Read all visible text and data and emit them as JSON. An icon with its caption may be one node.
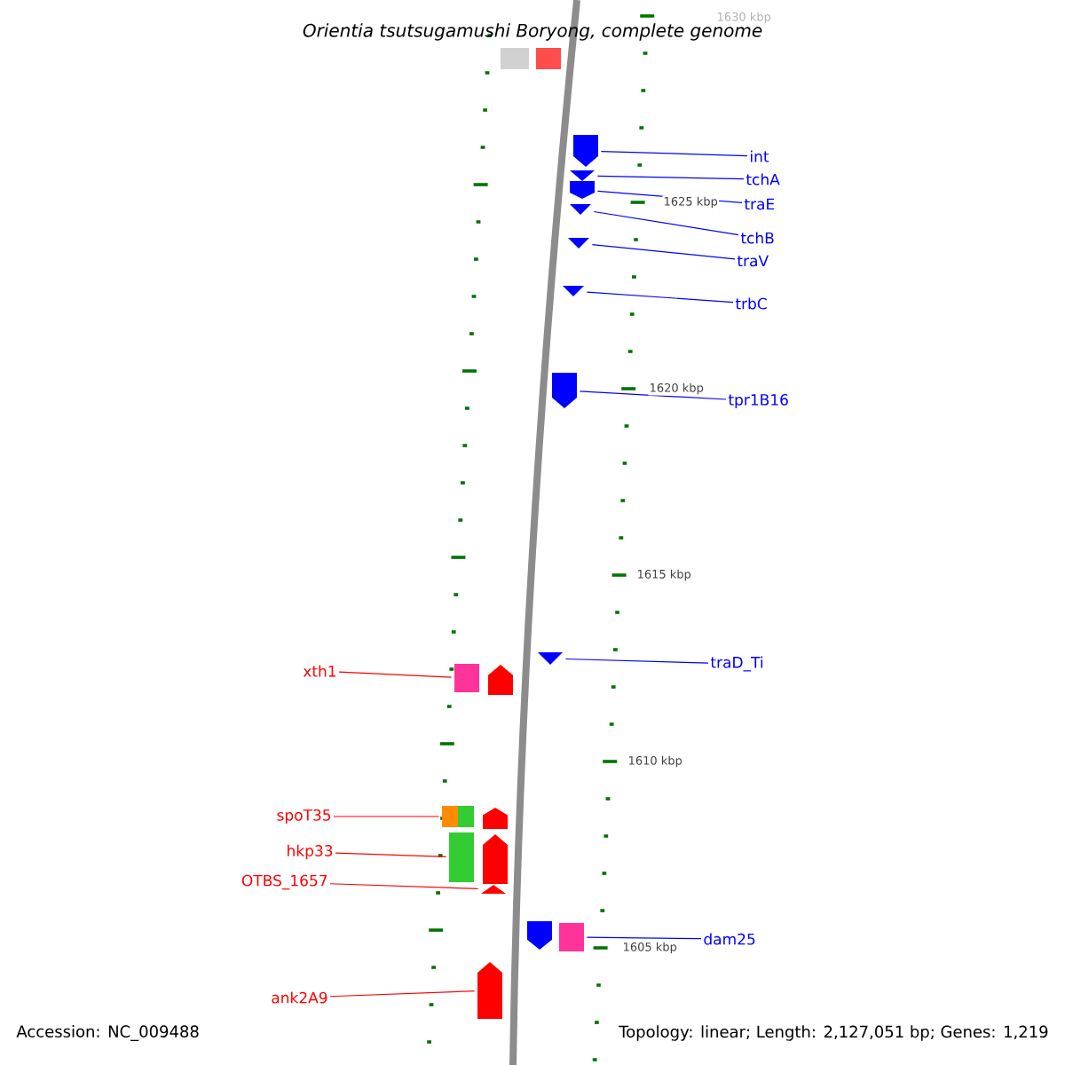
{
  "diagram": {
    "title": "Orientia tsutsugamushi Boryong, complete genome",
    "nodes": [
      {
        "text": [],
        "shape": "box"
      },
      {
        "text": [],
        "shape": "box"
      },
      {
        "text": [],
        "shape": "arrow"
      },
      {
        "text": [],
        "shape": "triangle"
      },
      {
        "text": [],
        "shape": "arrow"
      },
      {
        "text": [],
        "shape": "triangle"
      },
      {
        "text": [],
        "shape": "triangle"
      },
      {
        "text": [],
        "shape": "triangle"
      },
      {
        "text": [],
        "shape": "arrow"
      },
      {
        "text": [],
        "shape": "triangle"
      },
      {
        "text": [],
        "shape": "box"
      },
      {
        "text": [],
        "shape": "arrow"
      },
      {
        "text": [],
        "shape": "box"
      },
      {
        "text": [],
        "shape": "arrow"
      },
      {
        "text": [],
        "shape": "box"
      },
      {
        "text": [],
        "shape": "arrow"
      },
      {
        "text": [],
        "shape": "triangle"
      },
      {
        "text": [],
        "shape": "arrow"
      },
      {
        "text": [],
        "shape": "box"
      },
      {
        "text": [],
        "shape": "arrow"
      },
      {
        "text": [
          "int"
        ]
      },
      {
        "text": [
          "tchA"
        ]
      },
      {
        "text": [
          "traE"
        ]
      },
      {
        "text": [
          "tchB"
        ]
      },
      {
        "text": [
          "traV"
        ]
      },
      {
        "text": [
          "trbC"
        ]
      },
      {
        "text": [
          "tpr1B16"
        ]
      },
      {
        "text": [
          "traD_Ti"
        ]
      },
      {
        "text": [
          "dam25"
        ]
      },
      {
        "text": [
          "xth1"
        ]
      },
      {
        "text": [
          "spoT35"
        ]
      },
      {
        "text": [
          "hkp33"
        ]
      },
      {
        "text": [
          "OTBS_1657"
        ]
      },
      {
        "text": [
          "ank2A9"
        ]
      }
    ],
    "edges": [
      {
        "from": 20,
        "to": 2,
        "arrow": "none"
      },
      {
        "from": 21,
        "to": 3,
        "arrow": "none"
      },
      {
        "from": 22,
        "to": 4,
        "arrow": "none"
      },
      {
        "from": 23,
        "to": 5,
        "arrow": "none"
      },
      {
        "from": 24,
        "to": 6,
        "arrow": "none"
      },
      {
        "from": 25,
        "to": 7,
        "arrow": "none"
      },
      {
        "from": 26,
        "to": 8,
        "arrow": "none"
      },
      {
        "from": 27,
        "to": 9,
        "arrow": "none"
      },
      {
        "from": 28,
        "to": 18,
        "arrow": "none"
      },
      {
        "from": 29,
        "to": 10,
        "arrow": "none",
        "color": "#ff0000"
      },
      {
        "from": 30,
        "to": 12,
        "arrow": "none",
        "color": "#ff0000"
      },
      {
        "from": 31,
        "to": 14,
        "arrow": "none",
        "color": "#ff0000"
      },
      {
        "from": 32,
        "to": 16,
        "arrow": "none",
        "color": "#ff0000"
      },
      {
        "from": 33,
        "to": 19,
        "arrow": "none",
        "color": "#ff0000"
      }
    ],
    "labels": [
      "1630 kbp",
      "1625 kbp",
      "1620 kbp",
      "1615 kbp",
      "1610 kbp",
      "1605 kbp",
      "Accession: NC_009488",
      "Topology: linear; Length: 2,127,051 bp; Genes: 1,219"
    ]
  }
}
